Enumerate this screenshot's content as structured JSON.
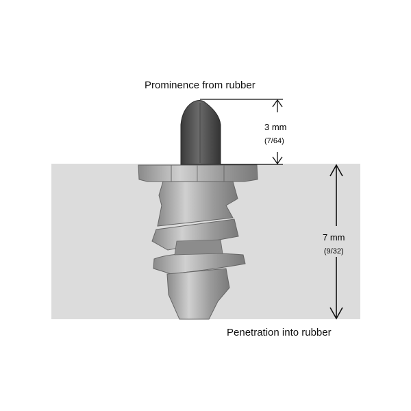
{
  "diagram": {
    "title_top": "Prominence from rubber",
    "title_bottom": "Penetration into rubber",
    "prominence": {
      "metric": "3 mm",
      "imperial": "(7/64)"
    },
    "penetration": {
      "metric": "7 mm",
      "imperial": "(9/32)"
    },
    "colors": {
      "rubber": "#dcdcdc",
      "stud_tip": "#4a4a4a",
      "stud_body": "#a8a8a8",
      "line": "#111111"
    },
    "subject": "tire-stud"
  }
}
